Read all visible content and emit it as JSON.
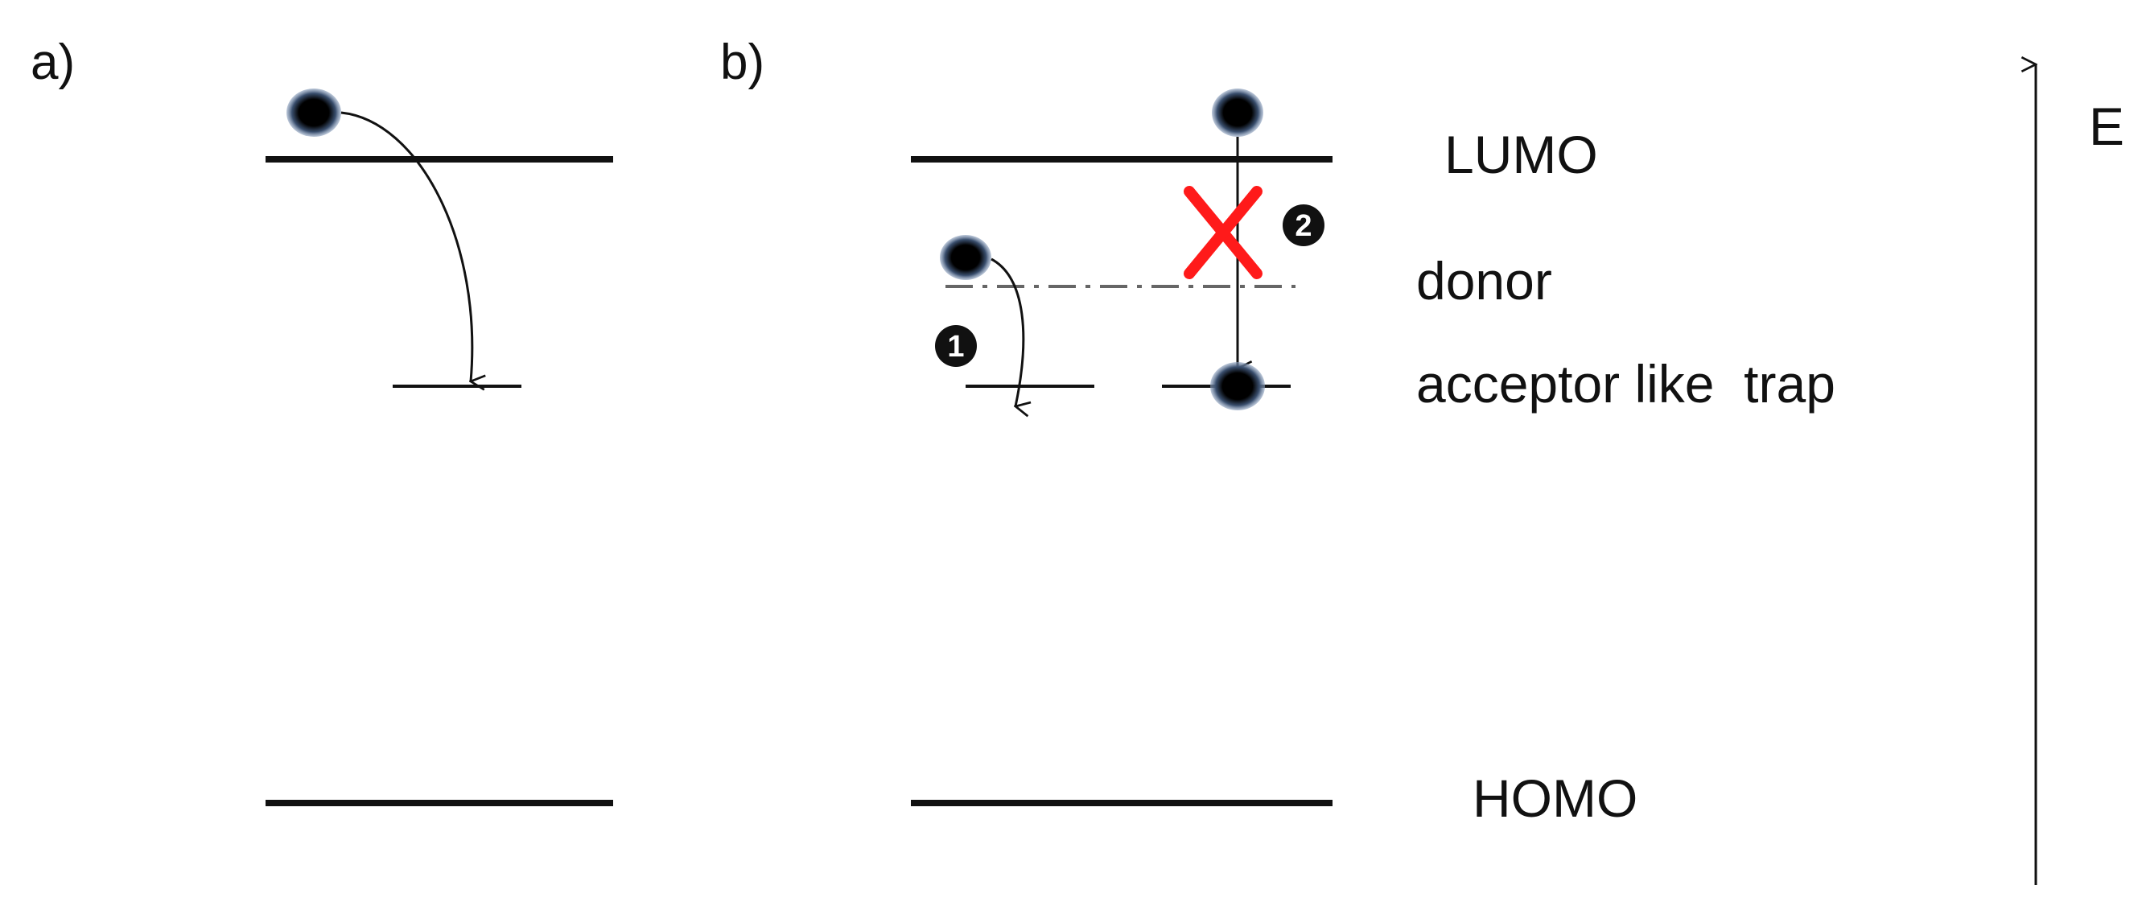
{
  "panels": {
    "a": "a)",
    "b": "b)"
  },
  "levels": {
    "lumo": "LUMO",
    "donor": "donor",
    "trap": "acceptor like  trap",
    "homo": "HOMO"
  },
  "energy_axis": "E",
  "markers": {
    "one": "1",
    "two": "2"
  },
  "colors": {
    "line": "#111111",
    "electron_core": "#000000",
    "electron_halo": "#5b6f8a",
    "cross": "#ff1a1a",
    "donor_line": "#777777"
  }
}
